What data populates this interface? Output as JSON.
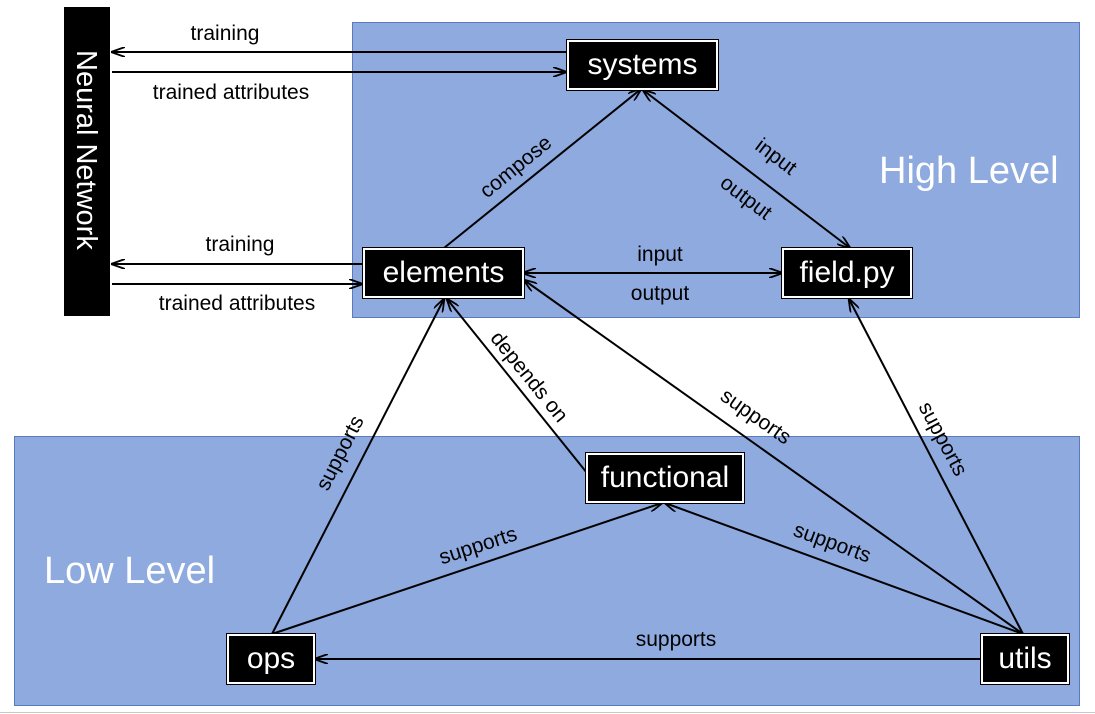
{
  "regions": {
    "high_label": "High Level",
    "low_label": "Low Level"
  },
  "side_bar": {
    "label": "Neural Network"
  },
  "nodes": {
    "systems": "systems",
    "elements": "elements",
    "field_py": "field.py",
    "functional": "functional",
    "ops": "ops",
    "utils": "utils"
  },
  "edges": {
    "nn_systems_training": "training",
    "nn_systems_trained": "trained attributes",
    "nn_elements_training": "training",
    "nn_elements_trained": "trained attributes",
    "compose": "compose",
    "systems_field_input": "input",
    "systems_field_output": "output",
    "elements_field_input": "input",
    "elements_field_output": "output",
    "depends_on": "depends on",
    "ops_elements": "supports",
    "ops_functional": "supports",
    "utils_functional": "supports",
    "utils_ops": "supports",
    "utils_elements": "supports",
    "utils_field": "supports"
  },
  "colors": {
    "region_fill": "#8eaadf",
    "node_fill": "#000000",
    "node_text": "#ffffff",
    "arrow": "#000000"
  }
}
